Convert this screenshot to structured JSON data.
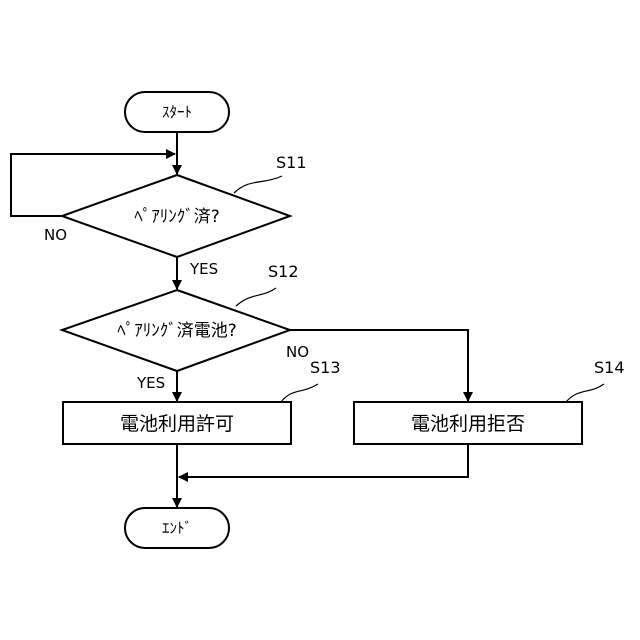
{
  "flowchart": {
    "start": {
      "label": "ｽﾀｰﾄ"
    },
    "end": {
      "label": "ｴﾝﾄﾞ"
    },
    "decision_s11": {
      "step": "S11",
      "label": "ﾍﾟｱﾘﾝｸﾞ済?",
      "no": "NO",
      "yes": "YES"
    },
    "decision_s12": {
      "step": "S12",
      "label": "ﾍﾟｱﾘﾝｸﾞ済電池?",
      "no": "NO",
      "yes": "YES"
    },
    "process_s13": {
      "step": "S13",
      "label": "電池利用許可"
    },
    "process_s14": {
      "step": "S14",
      "label": "電池利用拒否"
    }
  }
}
